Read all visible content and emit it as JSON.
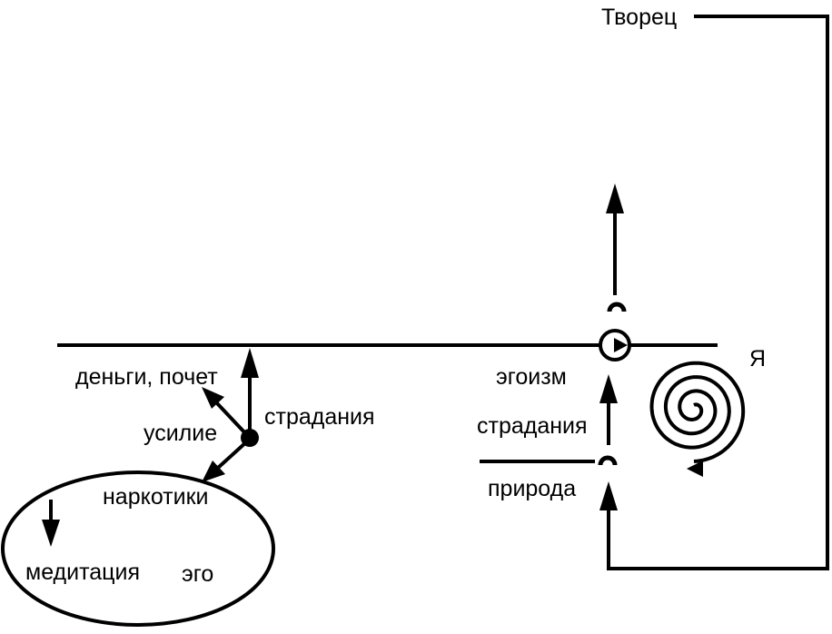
{
  "diagram": {
    "labels": {
      "creator": "Творец",
      "self": "Я",
      "money_honor": "деньги, почет",
      "effort": "усилие",
      "suffering_left": "страдания",
      "drugs": "наркотики",
      "meditation": "медитация",
      "ego": "эго",
      "egoism": "эгоизм",
      "suffering_right": "страдания",
      "nature": "природа"
    },
    "colors": {
      "ink": "#000000",
      "background": "#ffffff"
    }
  }
}
